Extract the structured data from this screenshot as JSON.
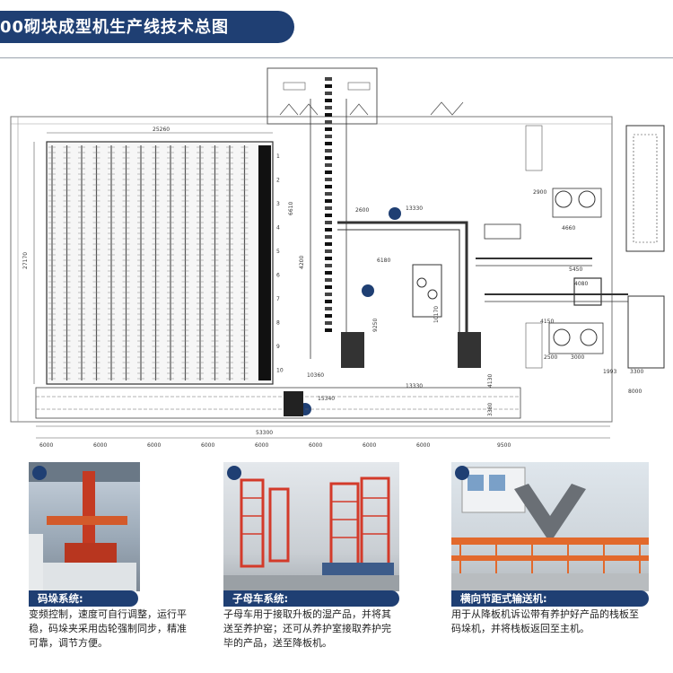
{
  "header": {
    "title": "00砌块成型机生产线技术总图",
    "accent_color": "#1f3f73"
  },
  "drawing": {
    "top_dims": [
      "25260"
    ],
    "left_dims": [
      "27170"
    ],
    "mid_dims": [
      "6610",
      "4200",
      "2600",
      "13330",
      "6180",
      "10170",
      "9250",
      "10360",
      "13330",
      "15340",
      "4130",
      "3380"
    ],
    "right_dims": [
      "2900",
      "4660",
      "5450",
      "4080",
      "4150",
      "2500",
      "3000",
      "3300",
      "1993",
      "8000"
    ],
    "rack_numbers": [
      "1",
      "2",
      "3",
      "4",
      "5",
      "6",
      "7",
      "8",
      "9",
      "10"
    ],
    "bottom_dims": [
      "6000",
      "6000",
      "6000",
      "6000",
      "6000",
      "6000",
      "6000",
      "6000",
      "9500"
    ],
    "total_dim": "53300"
  },
  "panels": [
    {
      "caption": "码垛系统:",
      "lines": [
        "变频控制，速度可自行调整，运行平",
        "稳，码垛夹采用齿轮强制同步，精准",
        "可靠，调节方便。"
      ]
    },
    {
      "caption": "子母车系统:",
      "lines": [
        "子母车用于接取升板的湿产品，并将其",
        "送至养护窑；还可从养护室接取养护完",
        "毕的产品，送至降板机。"
      ]
    },
    {
      "caption": "横向节距式输送机:",
      "lines": [
        "用于从降板机诉讼带有养护好产品的栈板至",
        "码垛机，并将栈板返回至主机。"
      ]
    }
  ]
}
